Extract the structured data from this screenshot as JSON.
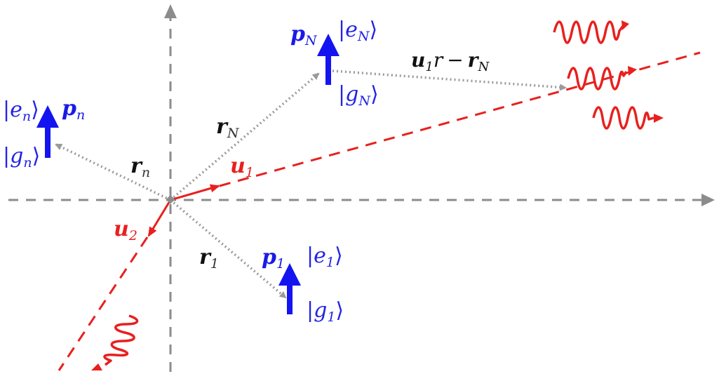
{
  "figure": {
    "description": "Schematic of N two-level emitters at positions r_n with dipoles p_n, radiating photons along directions u_1 and u_2",
    "colors": {
      "axes": "#8c8c8c",
      "position_vectors": "#9a9a9a",
      "dipoles": "#1414f0",
      "kets": "#2323e6",
      "emission": "#e8201e",
      "labels": "#111111"
    }
  },
  "atoms": {
    "n": {
      "excited": "e",
      "ground": "g",
      "sub": "n",
      "dipole": "p",
      "bar": "|",
      "rangle": "⟩"
    },
    "N": {
      "excited": "e",
      "ground": "g",
      "sub": "N",
      "dipole": "p",
      "bar": "|",
      "rangle": "⟩"
    },
    "one": {
      "excited": "e",
      "ground": "g",
      "sub": "1",
      "dipole": "p",
      "bar": "|",
      "rangle": "⟩"
    }
  },
  "vectors": {
    "r_n": {
      "base": "r",
      "sub": "n"
    },
    "r_N": {
      "base": "r",
      "sub": "N"
    },
    "r_1": {
      "base": "r",
      "sub": "1"
    },
    "u_1": {
      "base": "u",
      "sub": "1"
    },
    "u_2": {
      "base": "u",
      "sub": "2"
    },
    "far_field": {
      "u": "u",
      "u_sub": "1",
      "r_plain": "r",
      "minus": "−",
      "r": "r",
      "r_sub": "N"
    }
  }
}
